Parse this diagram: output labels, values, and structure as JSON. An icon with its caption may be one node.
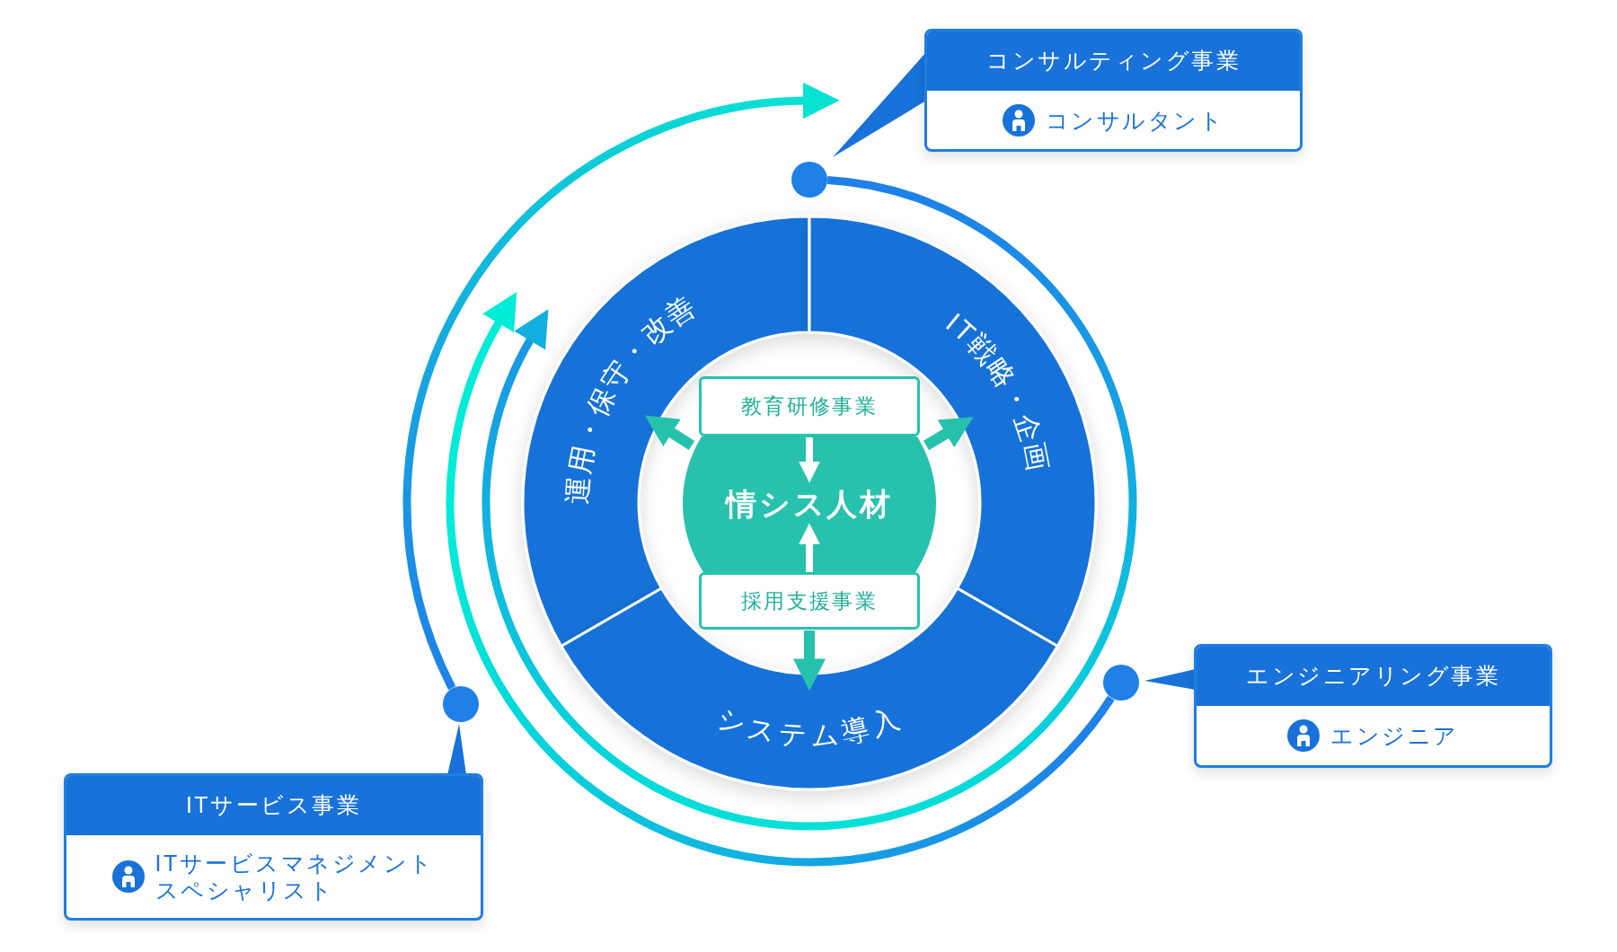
{
  "diagram": {
    "nodes": [
      {
        "text": [
          "運用・保守・改善"
        ]
      },
      {
        "text": [
          "IT戦略・企画"
        ]
      },
      {
        "text": [
          "システム導入"
        ]
      },
      {
        "text": [
          "情シス人材"
        ]
      },
      {
        "text": [
          "教育研修事業"
        ]
      },
      {
        "text": [
          "採用支援事業"
        ]
      },
      {
        "text": [
          "コンサルティング事業",
          "コンサルタント"
        ]
      },
      {
        "text": [
          "エンジニアリング事業",
          "エンジニア"
        ]
      },
      {
        "text": [
          "ITサービス事業",
          "ITサービスマネジメントスペシャリスト"
        ]
      },
      {
        "text": [],
        "shape": "circle"
      },
      {
        "text": [],
        "shape": "circle"
      },
      {
        "text": [],
        "shape": "circle"
      }
    ],
    "edges": [
      {
        "from": 4,
        "to": 3,
        "arrow": "to",
        "color": "#ffffff"
      },
      {
        "from": 5,
        "to": 3,
        "arrow": "to",
        "color": "#ffffff"
      },
      {
        "from": 3,
        "to": 0,
        "arrow": "to",
        "color": "#27c2ad"
      },
      {
        "from": 3,
        "to": 1,
        "arrow": "to",
        "color": "#27c2ad"
      },
      {
        "from": 5,
        "to": 2,
        "arrow": "to",
        "color": "#27c2ad"
      },
      {
        "from": 6,
        "to": 9,
        "arrow": "none"
      },
      {
        "from": 7,
        "to": 10,
        "arrow": "none"
      },
      {
        "from": 8,
        "to": 11,
        "arrow": "none"
      },
      {
        "from": 11,
        "to": null,
        "arrow": "to"
      },
      {
        "from": 9,
        "to": 0,
        "arrow": "to"
      },
      {
        "from": 10,
        "to": 0,
        "arrow": "to"
      }
    ]
  }
}
